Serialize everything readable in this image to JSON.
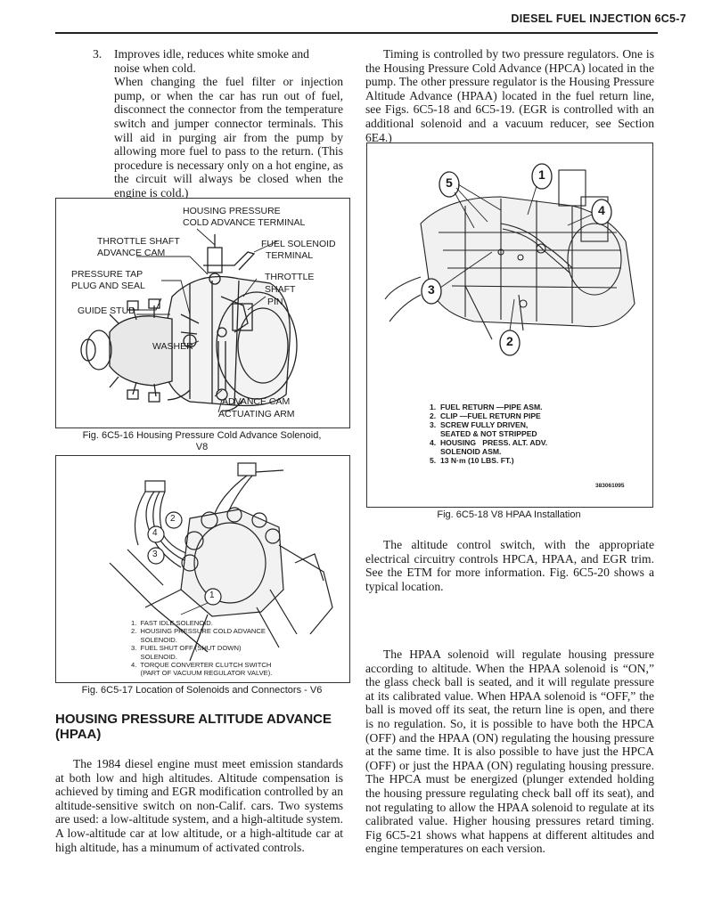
{
  "header": {
    "title": "DIESEL FUEL INJECTION 6C5-7"
  },
  "left": {
    "item3_num": "3.",
    "item3_lines": [
      "Improves idle, reduces white smoke and",
      "noise when cold."
    ],
    "item3_para": "When changing the fuel filter or injection pump, or when the car has run out of fuel, disconnect the connector from the temperature switch and jumper connector terminals. This will aid in purging air from the pump by allowing more fuel to pass to the return. (This procedure is necessary only on a hot engine, as the circuit will always be closed when the engine is cold.)",
    "fig16": {
      "labels": {
        "housing": "HOUSING PRESSURE",
        "cold_adv": "COLD ADVANCE TERMINAL",
        "throttle_shaft": "THROTTLE SHAFT",
        "advance_cam": "ADVANCE CAM",
        "fuel_sol": "FUEL SOLENOID",
        "terminal": "TERMINAL",
        "pressure_tap": "PRESSURE TAP",
        "plug_seal": "PLUG AND SEAL",
        "throttle": "THROTTLE",
        "shaft": "SHAFT",
        "pin": "PIN",
        "guide_stud": "GUIDE STUD",
        "washer": "WASHER",
        "adv_cam2": "ADVANCE CAM",
        "actuating_arm": "ACTUATING ARM"
      },
      "caption_1": "Fig. 6C5-16 Housing Pressure Cold Advance Solenoid,",
      "caption_2": "V8"
    },
    "fig17": {
      "callouts": [
        "1",
        "2",
        "3",
        "4"
      ],
      "legend": [
        "1.  FAST IDLE SOLENOID.",
        "2.  HOUSING PRESSURE COLD ADVANCE",
        "     SOLENOID.",
        "3.  FUEL SHUT OFF (SHUT DOWN)",
        "     SOLENOID.",
        "4.  TORQUE CONVERTER CLUTCH SWITCH",
        "     (PART OF VACUUM REGULATOR VALVE)."
      ],
      "caption": "Fig. 6C5-17 Location of Solenoids and Connectors - V6"
    },
    "section_title_1": "HOUSING PRESSURE ALTITUDE ADVANCE",
    "section_title_2": "(HPAA)",
    "body": "The 1984 diesel engine must meet emission standards at both low and high altitudes. Altitude compensation is achieved by timing and EGR modification controlled by an altitude-sensitive switch on non-Calif. cars. Two systems are used: a low-altitude system, and a high-altitude system. A low-altitude car at low altitude, or a high-altitude car at high altitude, has a minumum of activated controls."
  },
  "right": {
    "para1": "Timing is controlled by two pressure regulators. One is the Housing Pressure Cold Advance (HPCA) located in the pump. The other pressure regulator is the Housing Pressure Altitude Advance (HPAA) located in the fuel return line, see Figs. 6C5-18 and 6C5-19. (EGR is controlled with an additional solenoid and a vacuum reducer, see Section 6E4.)",
    "fig18": {
      "callouts": [
        "5",
        "1",
        "4",
        "3",
        "2"
      ],
      "legend": [
        "1.  FUEL RETURN —PIPE ASM.",
        "2.  CLIP —FUEL RETURN PIPE",
        "3.  SCREW FULLY DRIVEN,",
        "     SEATED & NOT STRIPPED",
        "4.  HOUSING   PRESS. ALT. ADV.",
        "     SOLENOID ASM.",
        "5.  13 N·m (10 LBS. FT.)"
      ],
      "code": "383061095",
      "caption": "Fig. 6C5-18 V8 HPAA Installation"
    },
    "para2": "The altitude control switch, with the appropriate electrical circuitry controls HPCA, HPAA, and EGR trim. See the ETM for more information. Fig. 6C5-20 shows a typical location.",
    "para3": "The HPAA solenoid will regulate housing pressure according to altitude. When the HPAA solenoid is “ON,” the glass check ball is seated, and it will regulate pressure at its calibrated value. When HPAA solenoid is “OFF,” the ball is moved off its seat, the return line is open, and there is no regulation. So, it is possible to have both the HPCA (OFF) and the HPAA (ON) regulating the housing pressure at the same time. It is also possible to have just the HPCA (OFF) or just the HPAA (ON) regulating housing pressure. The HPCA must be energized (plunger extended holding the housing pressure regulating check ball off its seat), and not regulating to allow the HPAA solenoid to regulate at its calibrated value. Higher housing pressures retard timing. Fig 6C5-21 shows what happens at different altitudes and engine temperatures on each version."
  }
}
